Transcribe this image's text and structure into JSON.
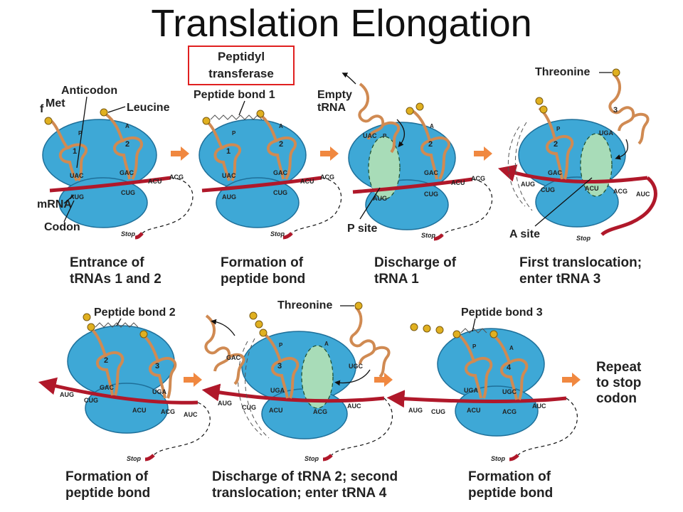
{
  "title": "Translation Elongation",
  "callout": {
    "line1": "Peptidyl",
    "line2": "transferase"
  },
  "colors": {
    "ribosome": "#3ea8d6",
    "ribosome_dark": "#1e6f99",
    "mrna": "#b0182a",
    "trna": "#d08a52",
    "site_fill": "#a8dcb8",
    "arrow": "#f08840",
    "callout_border": "#e02020"
  },
  "panels": [
    {
      "caption": [
        "Entrance of",
        "tRNAs 1 and 2"
      ]
    },
    {
      "caption": [
        "Formation of",
        "peptide bond"
      ]
    },
    {
      "caption": [
        "Discharge of",
        "tRNA 1"
      ]
    },
    {
      "caption": [
        "First translocation;",
        "enter tRNA 3"
      ]
    },
    {
      "caption": [
        "Formation of",
        "peptide bond"
      ]
    },
    {
      "caption": [
        "Discharge of tRNA 2; second",
        "translocation; enter tRNA 4"
      ]
    },
    {
      "caption": [
        "Formation of",
        "peptide bond"
      ]
    }
  ],
  "labels": {
    "anticodon": "Anticodon",
    "met": "Met",
    "f": "f",
    "leucine": "Leucine",
    "mrna": "mRNA",
    "codon": "Codon",
    "peptide_bond_1": "Peptide bond 1",
    "empty_trna_1": "Empty",
    "empty_trna_2": "tRNA",
    "p_site": "P site",
    "threonine": "Threonine",
    "a_site": "A site",
    "peptide_bond_2": "Peptide bond 2",
    "peptide_bond_3": "Peptide bond 3",
    "stop": "Stop",
    "p": "P",
    "a": "A"
  },
  "codons": {
    "c1": "AUG",
    "c2": "CUG",
    "c3": "ACU",
    "c4": "ACG",
    "c5": "AUC"
  },
  "anticodons": {
    "a1": "UAC",
    "a2": "GAC",
    "a3": "UGA",
    "a4": "UGC"
  },
  "trna_numbers": {
    "n1": "1",
    "n2": "2",
    "n3": "3",
    "n4": "4"
  },
  "repeat": [
    "Repeat",
    "to stop",
    "codon"
  ]
}
